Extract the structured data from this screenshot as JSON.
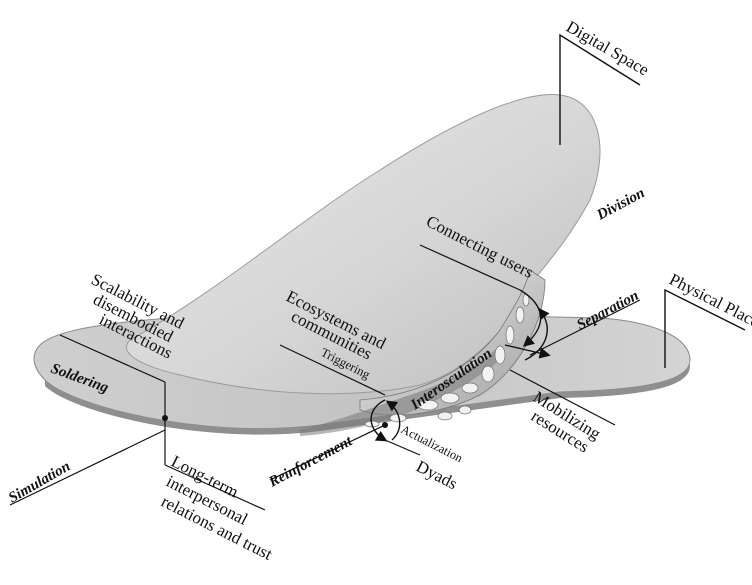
{
  "diagram": {
    "planes": {
      "digital": "Digital Space",
      "physical": "Physical Place"
    },
    "regions": {
      "division": "Division",
      "separation": "Separation",
      "interosculation": "Interosculation",
      "reinforcement": "Reinforcement",
      "soldering": "Soldering",
      "simulation": "Simulation"
    },
    "annotations": {
      "connecting_users": "Connecting users",
      "mobilizing_1": "Mobilizing",
      "mobilizing_2": "resources",
      "ecosystems_1": "Ecosystems and",
      "ecosystems_2": "communities",
      "triggering": "Triggering",
      "actualization": "Actualization",
      "dyads": "Dyads",
      "scalability_1": "Scalability and",
      "scalability_2": "disembodied",
      "scalability_3": "interactions",
      "longterm_1": "Long-term",
      "longterm_2": "interpersonal",
      "longterm_3": "relations and trust"
    }
  }
}
